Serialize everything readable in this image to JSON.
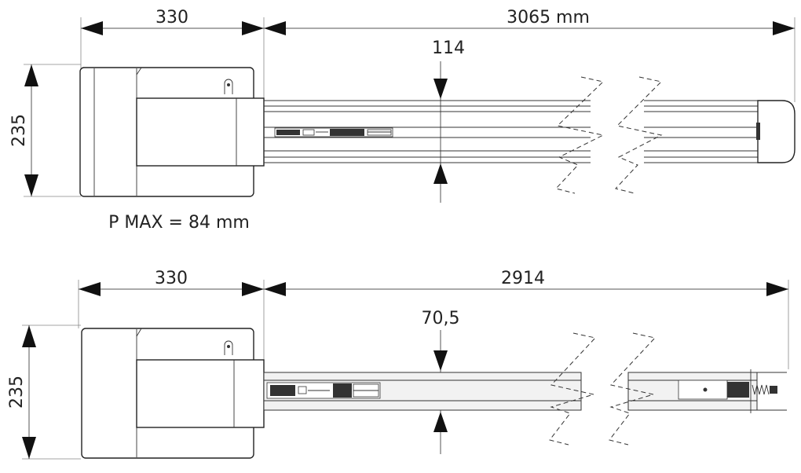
{
  "top_view": {
    "motor_length": "330",
    "rail_length": "3065 mm",
    "rail_height": "114",
    "motor_height": "235",
    "pmax": "P MAX = 84 mm"
  },
  "bottom_view": {
    "motor_length": "330",
    "rail_length": "2914",
    "rail_height": "70,5",
    "motor_height": "235"
  }
}
